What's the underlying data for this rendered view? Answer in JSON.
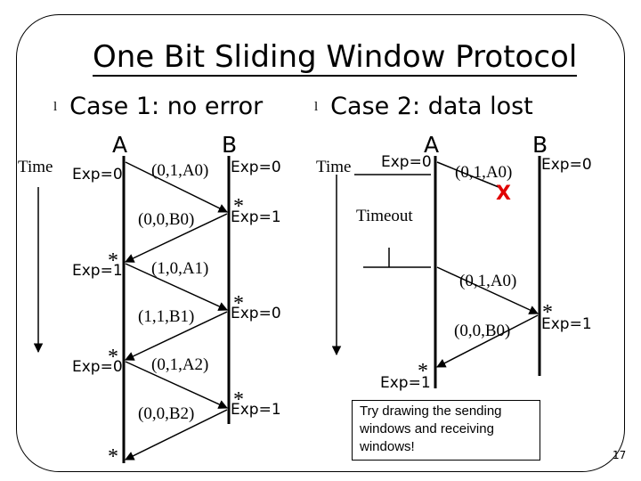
{
  "title": "One Bit Sliding Window Protocol",
  "case1": {
    "heading": "Case 1: no error",
    "label_a": "A",
    "label_b": "B",
    "time_label": "Time",
    "a_exp": [
      "Exp=0",
      "Exp=1",
      "Exp=0"
    ],
    "b_exp": [
      "Exp=0",
      "Exp=1",
      "Exp=0",
      "Exp=1"
    ],
    "frames": [
      "(0,1,A0)",
      "(0,0,B0)",
      "(1,0,A1)",
      "(1,1,B1)",
      "(0,1,A2)",
      "(0,0,B2)"
    ]
  },
  "case2": {
    "heading": "Case 2: data lost",
    "label_a": "A",
    "label_b": "B",
    "time_label": "Time",
    "a_exp": [
      "Exp=0",
      "Exp=1"
    ],
    "b_exp": [
      "Exp=0",
      "Exp=1"
    ],
    "frames": [
      "(0,1,A0)",
      "(0,1,A0)",
      "(0,0,B0)"
    ],
    "lost_mark": "X",
    "timeout_label": "Timeout"
  },
  "star": "*",
  "bullet": "l",
  "note": "Try drawing the sending windows and receiving windows!",
  "page_number": "17"
}
